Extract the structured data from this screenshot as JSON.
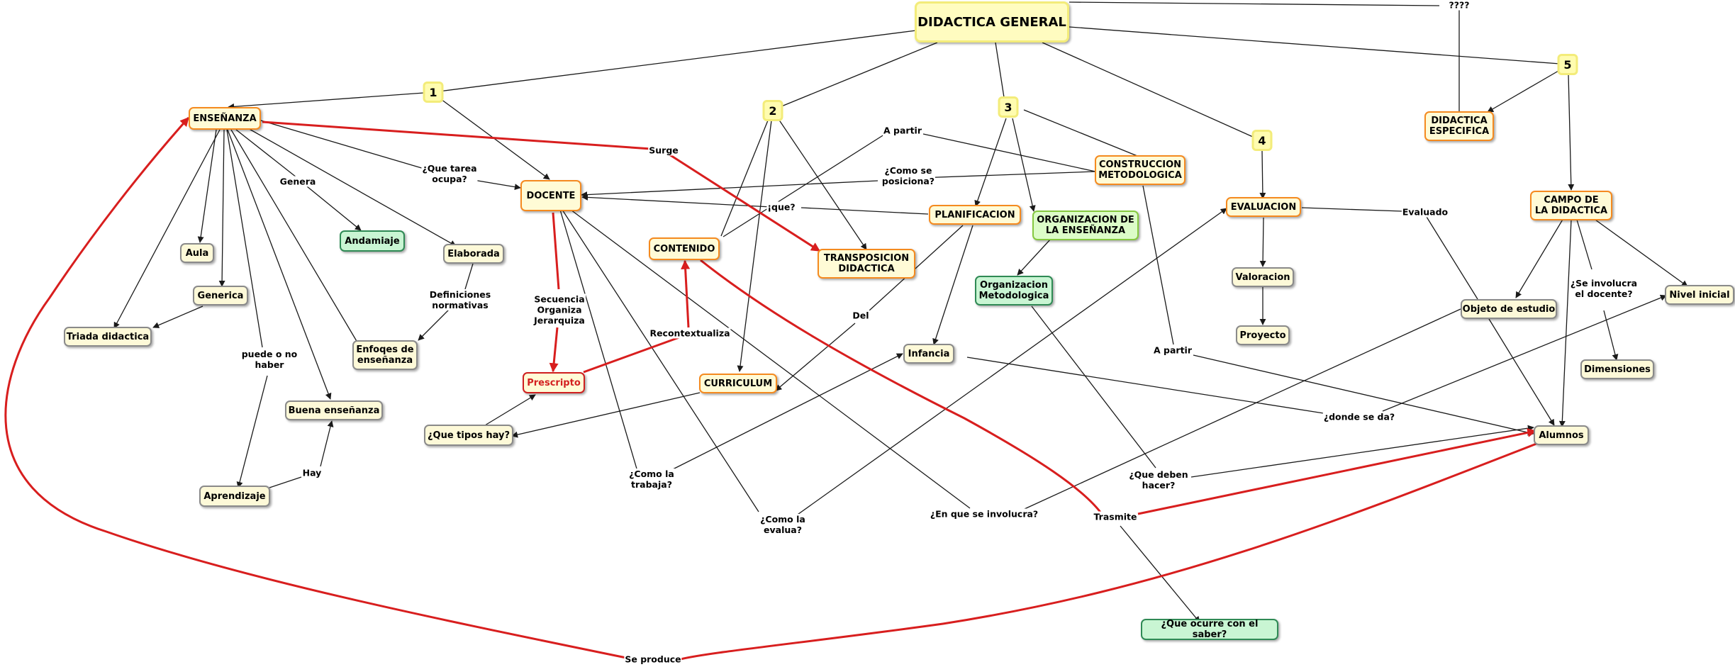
{
  "title": "DIDACTICA GENERAL",
  "numbers": {
    "n1": "1",
    "n2": "2",
    "n3": "3",
    "n4": "4",
    "n5": "5"
  },
  "nodes": {
    "ensenanza": "ENSEÑANZA",
    "docente": "DOCENTE",
    "aula": "Aula",
    "andamiaje": "Andamiaje",
    "elaborada": "Elaborada",
    "generica": "Generica",
    "triada": "Triada didactica",
    "enfoques": "Enfoqes de\nenseñanza",
    "buena": "Buena enseñanza",
    "aprendizaje": "Aprendizaje",
    "prescripto": "Prescripto",
    "que_tipos": "¿Que tipos hay?",
    "contenido": "CONTENIDO",
    "curriculum": "CURRICULUM",
    "transposicion": "TRANSPOSICION\nDIDACTICA",
    "planificacion": "PLANIFICACION",
    "org_ensenanza": "ORGANIZACION DE\nLA ENSEÑANZA",
    "org_metodologica": "Organizacion\nMetodologica",
    "infancia": "Infancia",
    "construccion": "CONSTRUCCION\nMETODOLOGICA",
    "evaluacion": "EVALUACION",
    "valoracion": "Valoracion",
    "proyecto": "Proyecto",
    "didactica_especifica": "DIDACTICA\nESPECIFICA",
    "campo": "CAMPO DE\nLA DIDACTICA",
    "objeto": "Objeto de estudio",
    "nivel": "Nivel inicial",
    "dimensiones": "Dimensiones",
    "alumnos": "Alumnos",
    "que_ocurre": "¿Que ocurre con el saber?"
  },
  "labels": {
    "q4": "????",
    "que_tarea": "¿Que tarea\nocupa?",
    "genera": "Genera",
    "surge": "Surge",
    "a_partir_1": "A partir",
    "como_se_posiciona": "¿Como se\nposiciona?",
    "que": "¡que?",
    "secuencia": "Secuencia\nOrganiza\nJerarquiza",
    "recontextualiza": "Recontextualiza",
    "definiciones": "Definiciones\nnormativas",
    "puede_o_no": "puede o no\nhaber",
    "hay": "Hay",
    "del": "Del",
    "como_la_trabaja": "¿Como la\ntrabaja?",
    "como_la_evalua": "¿Como la\nevalua?",
    "en_que": "¿En que se involucra?",
    "evaluado": "Evaluado",
    "a_partir_2": "A partir",
    "donde": "¿donde se da?",
    "que_deben": "¿Que deben\nhacer?",
    "trasmite": "Trasmite",
    "se_involucra": "¿Se involucra\nel docente?",
    "se_produce": "Se produce"
  },
  "colors": {
    "line": "#1a1a1a",
    "red_line": "#d81e1e",
    "orange_border": "#f58a1f",
    "green_fill": "#c9f5d3",
    "yellow_fill": "#fffcc0"
  }
}
